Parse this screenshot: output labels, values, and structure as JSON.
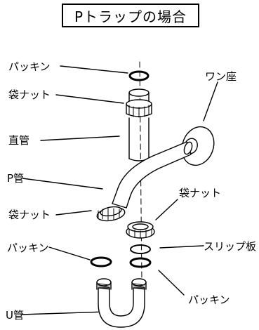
{
  "title": "Pトラップの場合",
  "labels": {
    "packing_top": "パッキン",
    "cap_nut_top": "袋ナット",
    "straight_pipe": "直管",
    "p_pipe": "P管",
    "cap_nut_left": "袋ナット",
    "packing_left": "パッキン",
    "u_pipe": "U管",
    "flange": "ワン座",
    "cap_nut_right": "袋ナット",
    "slip_plate": "スリップ板",
    "packing_right": "パッキン"
  }
}
